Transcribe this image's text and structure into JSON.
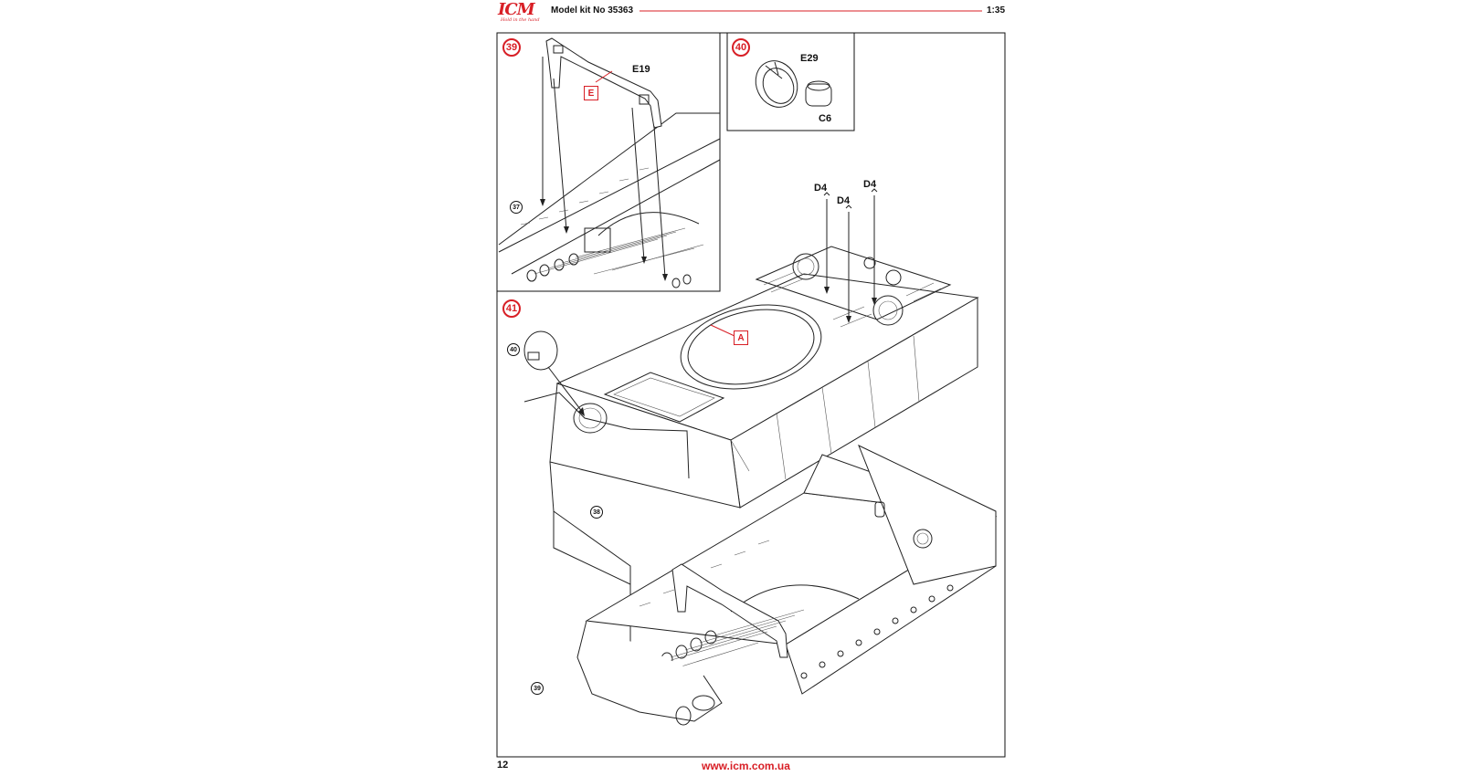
{
  "header": {
    "brand": "ICM",
    "brand_tagline": "Hold in the hand",
    "model_kit": "Model kit No 35363",
    "scale": "1:35"
  },
  "steps": {
    "step39": {
      "number": "39",
      "ref": "37",
      "part_e19": "E19",
      "sprue_e": "E"
    },
    "step40": {
      "number": "40",
      "part_e29": "E29",
      "part_c6": "C6"
    },
    "step41": {
      "number": "41",
      "ref_40": "40",
      "ref_38": "38",
      "ref_39": "39",
      "part_d4_a": "D4",
      "part_d4_b": "D4",
      "part_d4_c": "D4",
      "sprue_a": "A"
    }
  },
  "footer": {
    "page_number": "12",
    "url": "www.icm.com.ua"
  },
  "colors": {
    "accent": "#d81f26",
    "line": "#222222"
  }
}
